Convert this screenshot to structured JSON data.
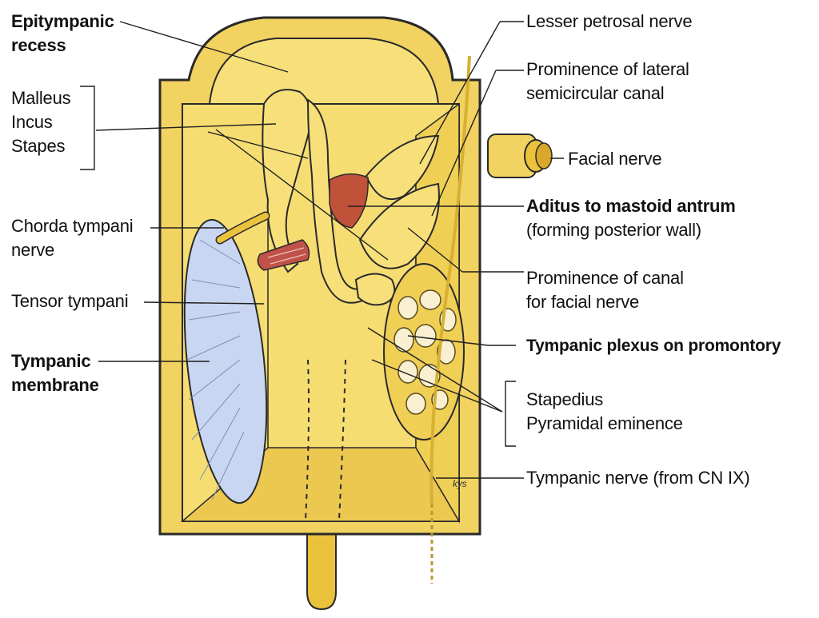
{
  "colors": {
    "frame": "#f2d260",
    "interior": "#f5dd72",
    "wall": "#f0cf55",
    "outline": "#2a2a2a",
    "membrane": "#c9d6f2",
    "muscle": "#c0524a",
    "aditus": "#c0523a",
    "plexus": "#f8f0d0",
    "nerve": "#ebc23c"
  },
  "labels": {
    "epitympanic_line1": "Epitympanic",
    "epitympanic_line2": "recess",
    "malleus": "Malleus",
    "incus": "Incus",
    "stapes": "Stapes",
    "chorda_line1": "Chorda tympani",
    "chorda_line2": "nerve",
    "tensor": "Tensor tympani",
    "tympanic_membrane_line1": "Tympanic",
    "tympanic_membrane_line2": "membrane",
    "lesser_petrosal": "Lesser petrosal nerve",
    "prominence_lateral_line1": "Prominence of lateral",
    "prominence_lateral_line2": "semicircular canal",
    "facial_nerve": "Facial nerve",
    "aditus_line1": "Aditus to mastoid antrum",
    "aditus_line2": "(forming posterior wall)",
    "prominence_facial_line1": "Prominence of canal",
    "prominence_facial_line2": "for facial nerve",
    "plexus": "Tympanic plexus on promontory",
    "stapedius": "Stapedius",
    "pyramidal": "Pyramidal eminence",
    "tympanic_nerve": "Tympanic nerve (from CN IX)",
    "signature": "kys"
  }
}
